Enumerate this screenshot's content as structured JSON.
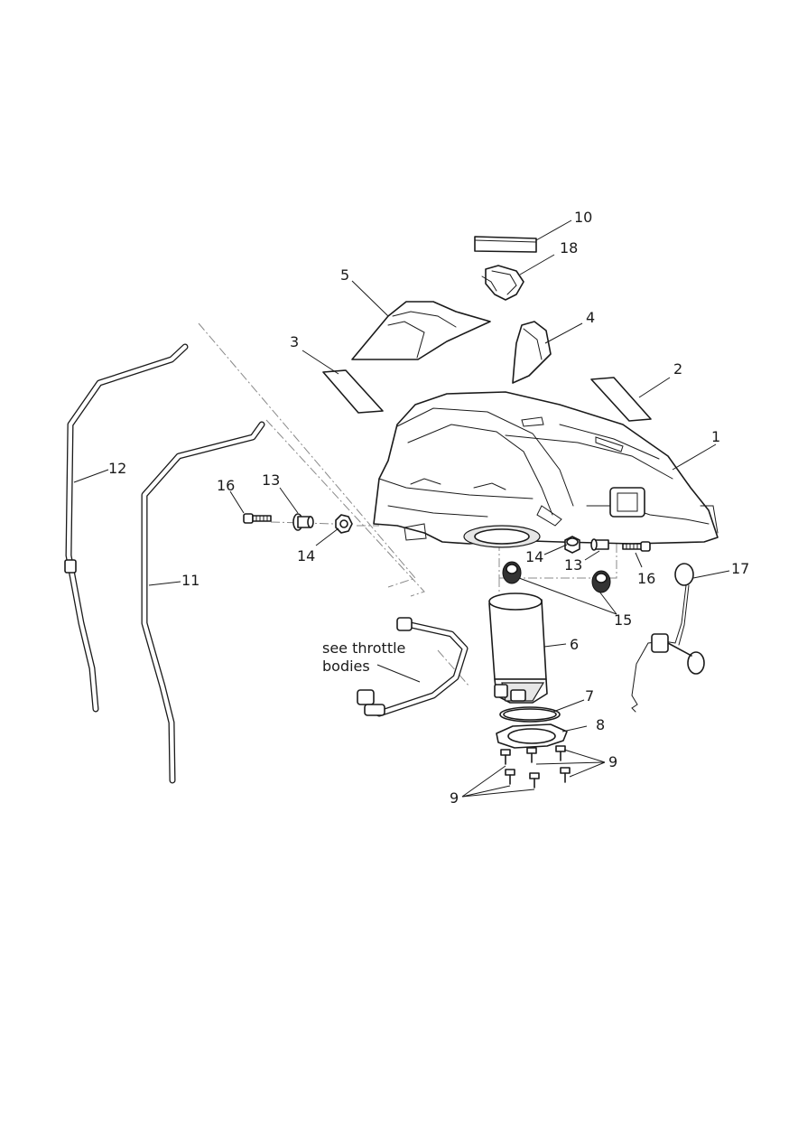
{
  "callouts": {
    "p1": "1",
    "p2": "2",
    "p3": "3",
    "p4": "4",
    "p5": "5",
    "p6": "6",
    "p7": "7",
    "p8": "8",
    "p9a": "9",
    "p9b": "9",
    "p10": "10",
    "p11": "11",
    "p12": "12",
    "p13a": "13",
    "p13b": "13",
    "p14a": "14",
    "p14b": "14",
    "p15": "15",
    "p16a": "16",
    "p16b": "16",
    "p17": "17",
    "p18": "18"
  },
  "note": {
    "line1": "see throttle",
    "line2": "bodies"
  }
}
